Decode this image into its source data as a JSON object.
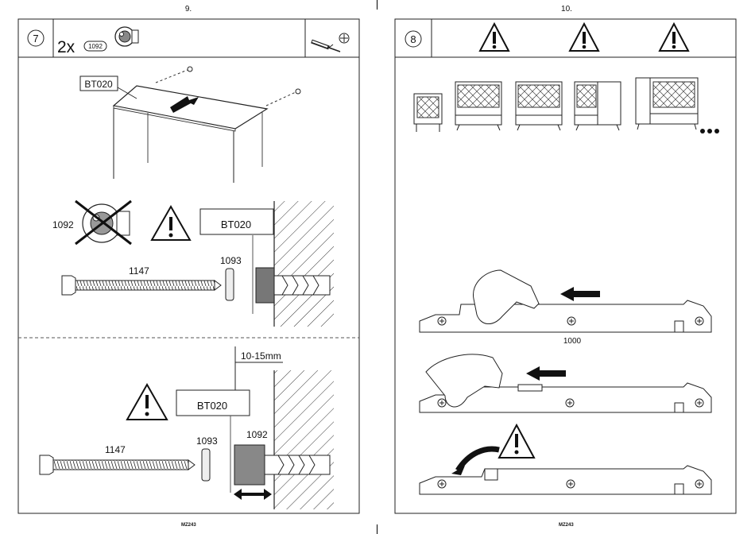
{
  "left_page": {
    "page_number": "9.",
    "footer": "MZ243",
    "step": "7",
    "quantity": "2x",
    "part_badge": "1092",
    "panel_label": "BT020",
    "section_a": {
      "part_crossed": "1092",
      "panel_label": "BT020",
      "screw": "1147",
      "cap": "1093"
    },
    "section_b": {
      "panel_label": "BT020",
      "gap": "10-15mm",
      "screw": "1147",
      "cap": "1093",
      "anchor": "1092"
    }
  },
  "right_page": {
    "page_number": "10.",
    "footer": "MZ243",
    "step": "8",
    "rail_length": "1000"
  },
  "icons": [
    "screwdriver-icon",
    "phillips-bit-icon",
    "warning-triangle-icon",
    "arrow-icon",
    "hand-icon"
  ]
}
